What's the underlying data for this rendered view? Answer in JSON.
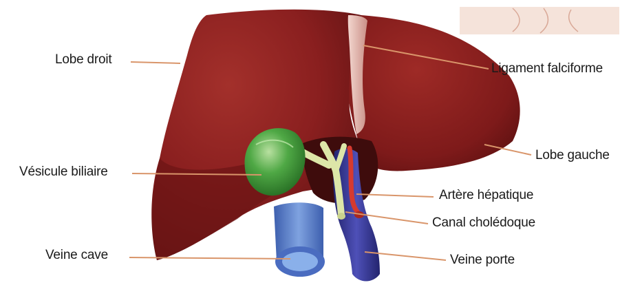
{
  "labels": {
    "lobe_droit": "Lobe droit",
    "ligament_falciforme": "Ligament falciforme",
    "lobe_gauche": "Lobe gauche",
    "vesicule_biliaire": "Vésicule biliaire",
    "artere_hepatique": "Artère hépatique",
    "canal_choledoque": "Canal cholédoque",
    "veine_cave": "Veine cave",
    "veine_porte": "Veine porte"
  },
  "colors": {
    "liver": "#8a1f1f",
    "liver_dark": "#5e1212",
    "gallbladder": "#3f9a3a",
    "vena_cava": "#5f86cf",
    "portal_vein": "#3b3c9e",
    "artery": "#d63a2f",
    "bile_duct": "#dde6a8",
    "leader_line": "#d9956a"
  }
}
